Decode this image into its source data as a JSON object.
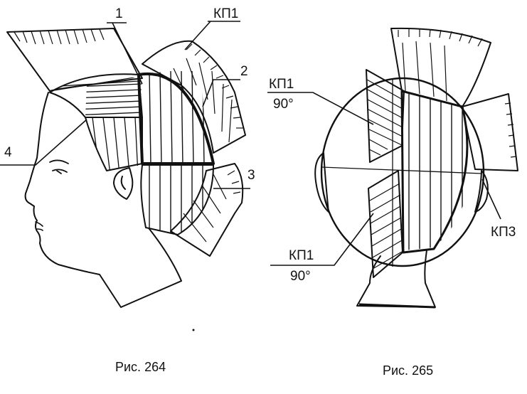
{
  "figure_264": {
    "caption": "Рис. 264",
    "labels": {
      "l1": "1",
      "l2": "2",
      "l3": "3",
      "l4": "4",
      "kp1": "КП1"
    }
  },
  "figure_265": {
    "caption": "Рис. 265",
    "labels": {
      "kp1_top": "КП1",
      "angle_top": "90°",
      "kp1_bottom": "КП1",
      "angle_bottom": "90°",
      "kp3": "КП3"
    }
  }
}
